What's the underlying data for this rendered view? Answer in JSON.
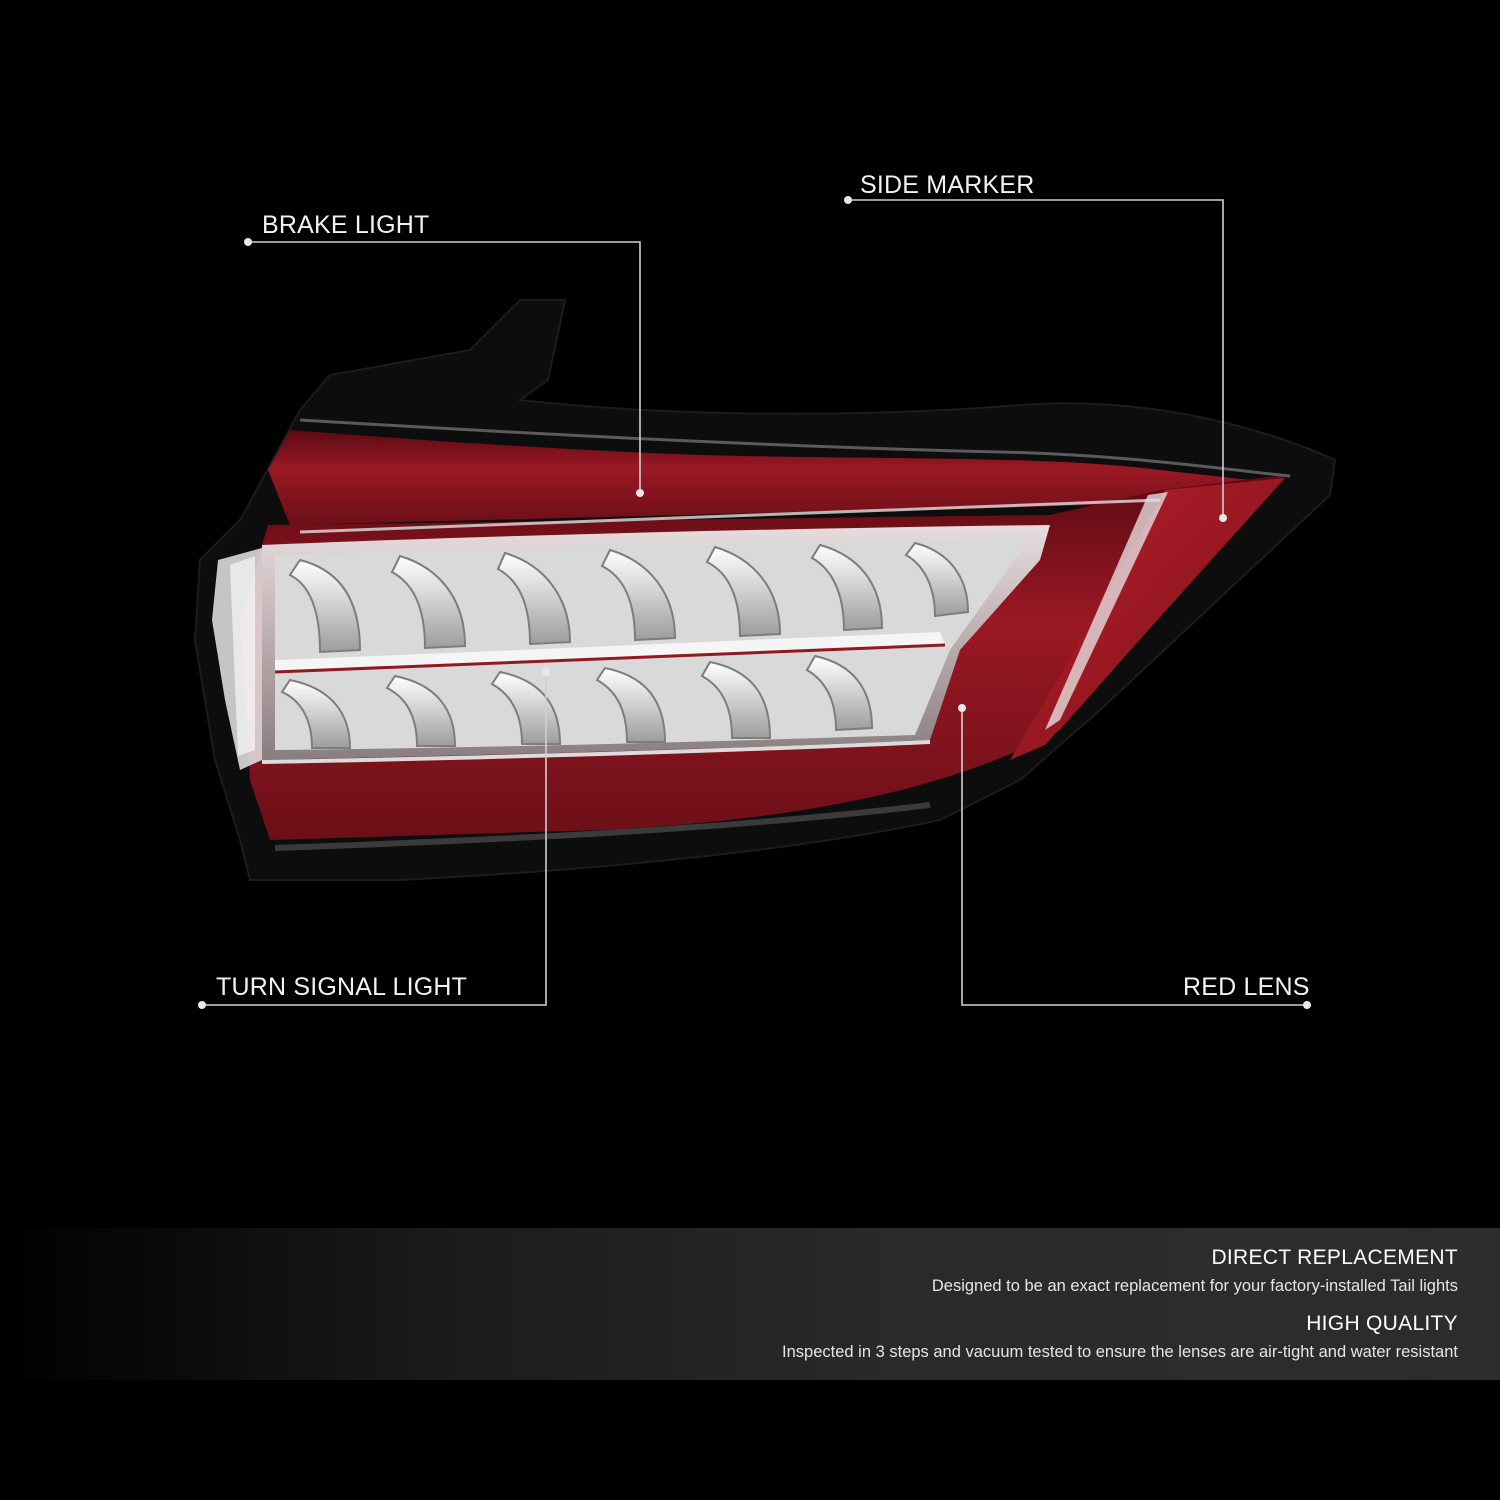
{
  "colors": {
    "background": "#000000",
    "lens_red": "#8e1520",
    "line": "#cfcfcf",
    "banner": "#2b2b2b",
    "text": "#ffffff"
  },
  "callouts": [
    {
      "id": "brake-light",
      "label": "BRAKE LIGHT"
    },
    {
      "id": "side-marker",
      "label": "SIDE MARKER"
    },
    {
      "id": "turn-signal-light",
      "label": "TURN SIGNAL LIGHT"
    },
    {
      "id": "red-lens",
      "label": "RED LENS"
    }
  ],
  "features": [
    {
      "title": "DIRECT REPLACEMENT",
      "description": "Designed to be an exact replacement for your factory-installed Tail lights"
    },
    {
      "title": "HIGH QUALITY",
      "description": "Inspected in 3 steps and vacuum tested to ensure the lenses are air-tight and water resistant"
    }
  ]
}
